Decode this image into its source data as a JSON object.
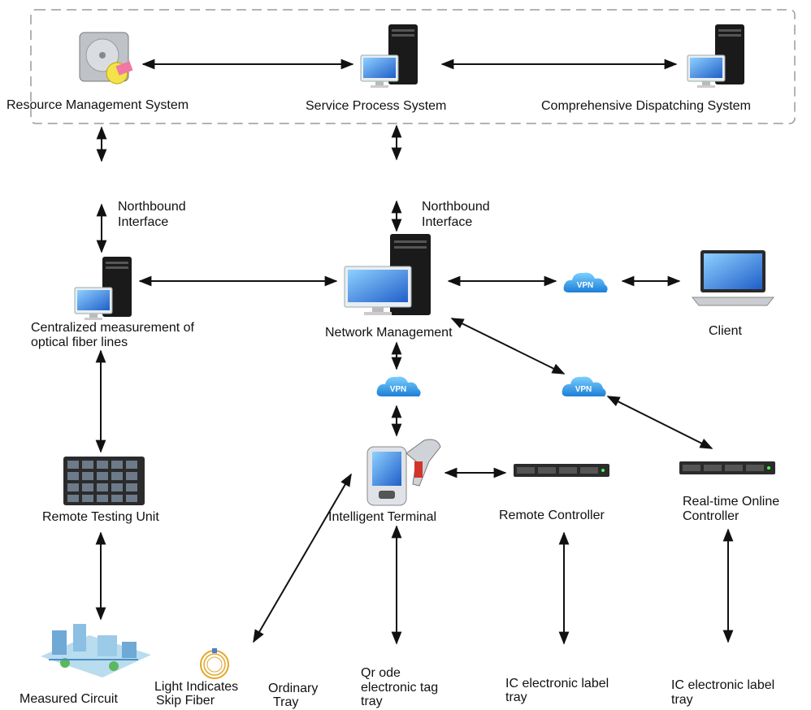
{
  "labels": {
    "resource_mgmt": "Resource Management System",
    "service_process": "Service Process System",
    "dispatching": "Comprehensive Dispatching System",
    "northbound_left_1": "Northbound",
    "northbound_left_2": "Interface",
    "northbound_mid_1": "Northbound",
    "northbound_mid_2": "Interface",
    "centralized_1": "Centralized measurement of",
    "centralized_2": "optical fiber lines",
    "network_mgmt": "Network Management",
    "client": "Client",
    "remote_testing": "Remote Testing Unit",
    "intelligent_terminal": "Intelligent Terminal",
    "remote_controller": "Remote Controller",
    "realtime_1": "Real-time Online",
    "realtime_2": "Controller",
    "measured_circuit": "Measured Circuit",
    "light_1": "Light Indicates",
    "light_2": "Skip Fiber",
    "ordinary_1": "Ordinary",
    "ordinary_2": "Tray",
    "qr_1": "Qr ode",
    "qr_2": "electronic tag",
    "qr_3": "tray",
    "ic1_1": "IC electronic label",
    "ic1_2": "tray",
    "ic2_1": "IC electronic label",
    "ic2_2": "tray"
  },
  "vpn_text": "VPN",
  "colors": {
    "arrow": "#111111",
    "dash_border": "#9a9a9a",
    "tower": "#1a1a1a",
    "monitor": "#2a6fd6",
    "vpn": "#3aa3e8",
    "tray": "#3e9b3a",
    "rack": "#2b2b2b"
  },
  "icons": {
    "server": "tower-with-monitor",
    "hdd": "hard-disk",
    "globe": "globe-lock",
    "vpn": "vpn-cloud",
    "laptop": "laptop",
    "rack": "rack-unit",
    "terminal": "handheld-scanner",
    "city": "city-circuit",
    "fiber": "fiber-coil",
    "tray": "green-tray"
  }
}
